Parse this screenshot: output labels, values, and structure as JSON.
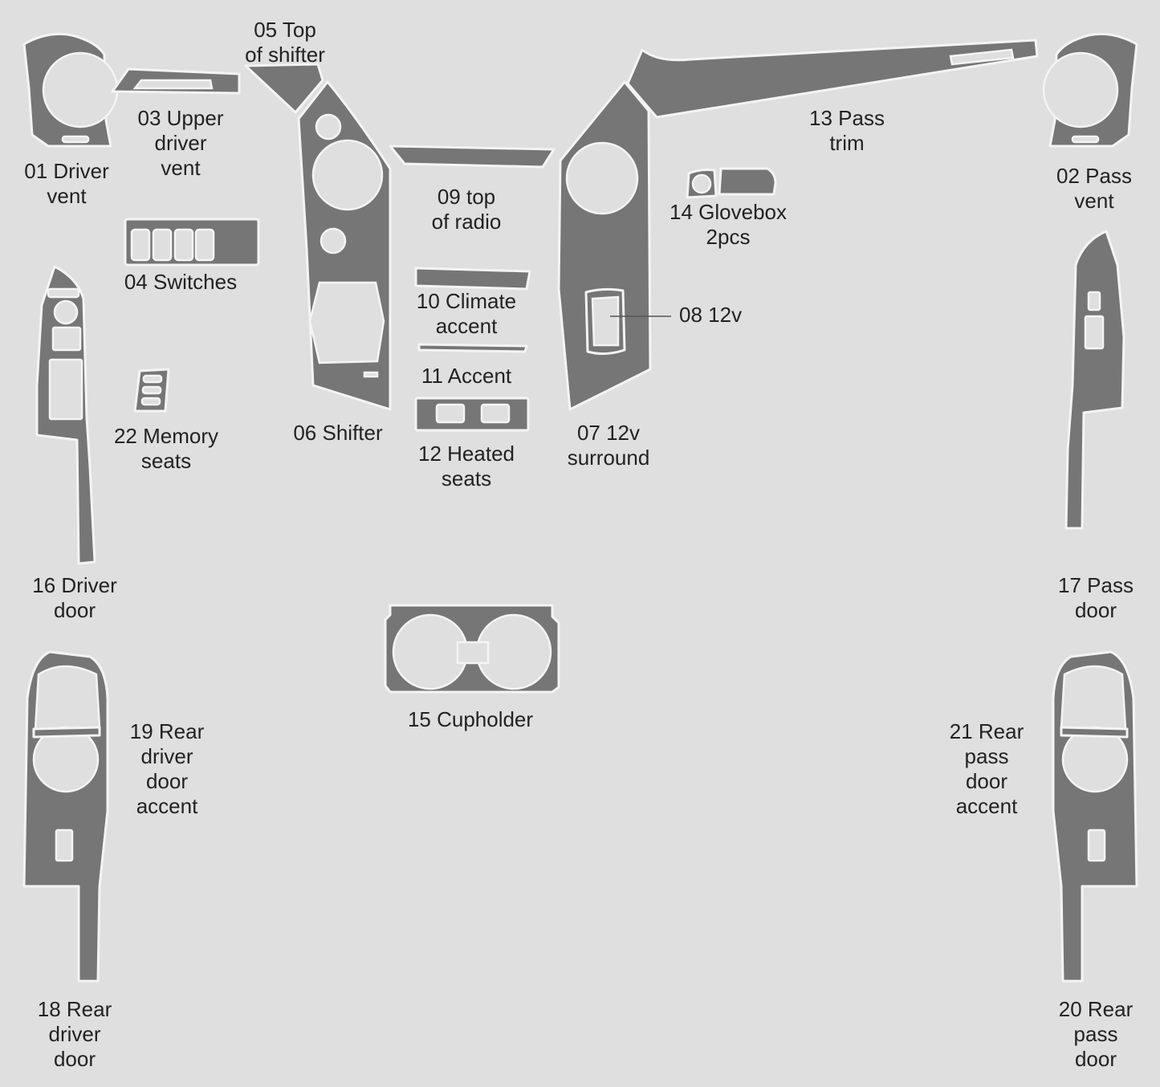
{
  "colors": {
    "background": "#dfdfdf",
    "part_fill": "#767676",
    "part_outline": "#f4f4f4",
    "label_text": "#222222"
  },
  "parts": [
    {
      "id": "p01",
      "lines": [
        "01 Driver",
        "vent"
      ]
    },
    {
      "id": "p02",
      "lines": [
        "02 Pass",
        "vent"
      ]
    },
    {
      "id": "p03",
      "lines": [
        "03 Upper",
        "driver",
        "vent"
      ]
    },
    {
      "id": "p04",
      "lines": [
        "04 Switches"
      ]
    },
    {
      "id": "p05",
      "lines": [
        "05 Top",
        "of shifter"
      ]
    },
    {
      "id": "p06",
      "lines": [
        "06 Shifter"
      ]
    },
    {
      "id": "p07",
      "lines": [
        "07 12v",
        "surround"
      ]
    },
    {
      "id": "p08",
      "lines": [
        "08 12v"
      ]
    },
    {
      "id": "p09",
      "lines": [
        "09 top",
        "of radio"
      ]
    },
    {
      "id": "p10",
      "lines": [
        "10 Climate",
        "accent"
      ]
    },
    {
      "id": "p11",
      "lines": [
        "11 Accent"
      ]
    },
    {
      "id": "p12",
      "lines": [
        "12 Heated",
        "seats"
      ]
    },
    {
      "id": "p13",
      "lines": [
        "13 Pass",
        "trim"
      ]
    },
    {
      "id": "p14",
      "lines": [
        "14 Glovebox",
        "2pcs"
      ]
    },
    {
      "id": "p15",
      "lines": [
        "15 Cupholder"
      ]
    },
    {
      "id": "p16",
      "lines": [
        "16 Driver",
        "door"
      ]
    },
    {
      "id": "p17",
      "lines": [
        "17 Pass",
        "door"
      ]
    },
    {
      "id": "p18",
      "lines": [
        "18 Rear",
        "driver",
        "door"
      ]
    },
    {
      "id": "p19",
      "lines": [
        "19 Rear",
        "driver",
        "door",
        "accent"
      ]
    },
    {
      "id": "p20",
      "lines": [
        "20 Rear",
        "pass",
        "door"
      ]
    },
    {
      "id": "p21",
      "lines": [
        "21 Rear",
        "pass",
        "door",
        "accent"
      ]
    },
    {
      "id": "p22",
      "lines": [
        "22 Memory",
        "seats"
      ]
    }
  ]
}
